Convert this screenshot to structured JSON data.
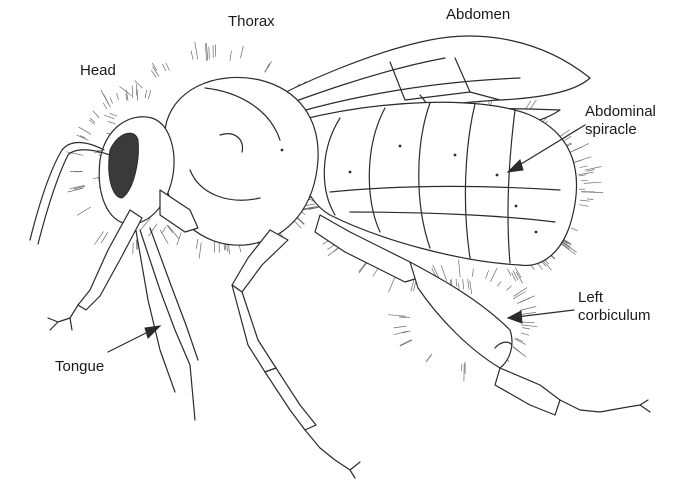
{
  "labels": {
    "head": "Head",
    "thorax": "Thorax",
    "abdomen": "Abdomen",
    "abdominal_spiracle_line1": "Abdominal",
    "abdominal_spiracle_line2": "spiracle",
    "left_corbiculum_line1": "Left",
    "left_corbiculum_line2": "corbiculum",
    "tongue": "Tongue"
  },
  "colors": {
    "ink": "#2b2b2b",
    "background": "#ffffff",
    "hair": "#6b6b6b",
    "eye": "#3a3a3a"
  }
}
